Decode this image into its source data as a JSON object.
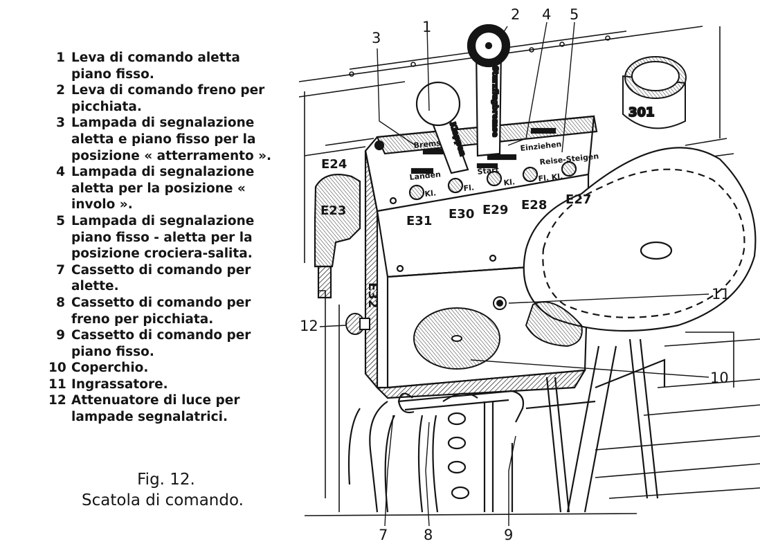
{
  "legend": [
    {
      "num": "1",
      "text": "Leva di comando aletta piano fisso."
    },
    {
      "num": "2",
      "text": "Leva di comando freno per picchiata."
    },
    {
      "num": "3",
      "text": "Lampada di segnalazione aletta e piano fisso per la posizione « atterramento »."
    },
    {
      "num": "4",
      "text": "Lampada di segnalazione aletta per la posizione « involo »."
    },
    {
      "num": "5",
      "text": "Lampada di segnalazione piano fisso - aletta per la posizione crociera-salita."
    },
    {
      "num": "7",
      "text": "Cassetto di comando per alette."
    },
    {
      "num": "8",
      "text": "Cassetto di comando per freno per picchiata."
    },
    {
      "num": "9",
      "text": "Cassetto di comando per piano fisso."
    },
    {
      "num": "10",
      "text": "Coperchio."
    },
    {
      "num": "11",
      "text": "Ingrassatore."
    },
    {
      "num": "12",
      "text": "Attenuatore di luce per lampade segnalatrici."
    }
  ],
  "caption": {
    "fig": "Fig. 12.",
    "title": "Scatola di comando."
  },
  "diagram": {
    "callouts": {
      "c1": "1",
      "c2": "2",
      "c3": "3",
      "c4": "4",
      "c5": "5",
      "c7": "7",
      "c8": "8",
      "c9": "9",
      "c10": "10",
      "c11": "11",
      "c12": "12"
    },
    "connectors": {
      "e23": "E23",
      "e24": "E24",
      "e27": "E27",
      "e28": "E28",
      "e29": "E29",
      "e30": "E30",
      "e31": "E31",
      "e32": "E32"
    },
    "panel_labels": {
      "lever2": "Sturzflugbremse",
      "lever1": "Klappen",
      "brems": "Brems",
      "landen": "Landen",
      "start": "Start",
      "einziehen": "Einziehen",
      "reise_steigen": "Reise-Steigen",
      "kl1": "Kl.",
      "fl": "Fl.",
      "kl2": "Kl.",
      "flkl": "Fl. Kl.",
      "cap_number": "301"
    }
  }
}
